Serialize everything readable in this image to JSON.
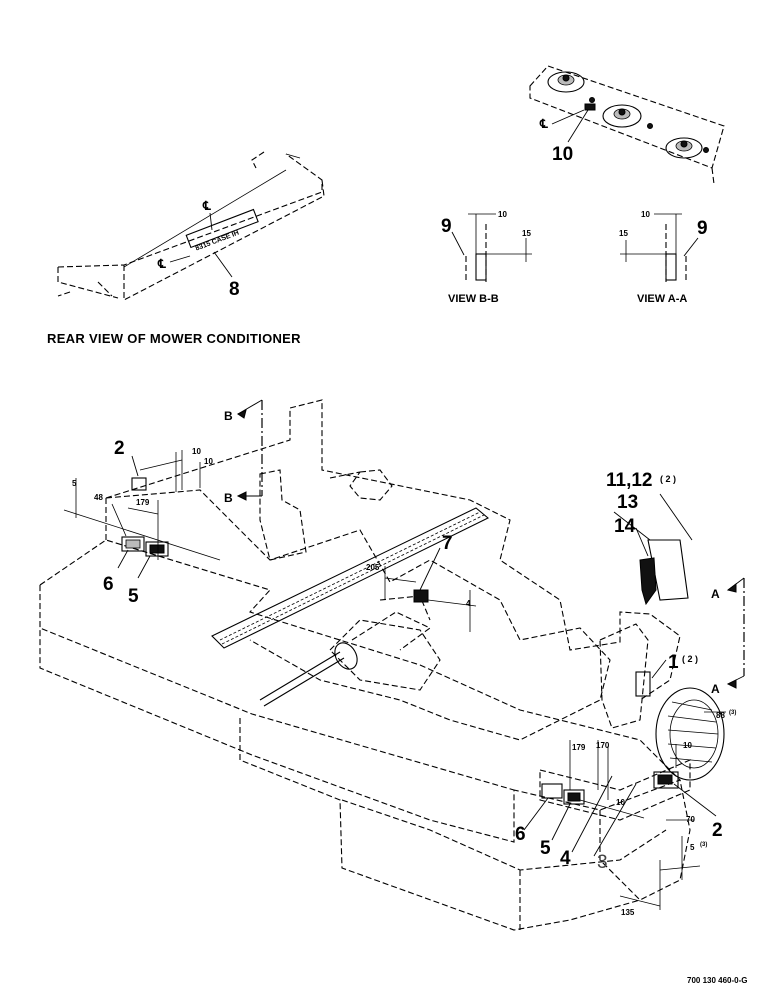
{
  "heading": {
    "rear_view": "REAR VIEW OF MOWER CONDITIONER"
  },
  "views": {
    "b_b": "VIEW B-B",
    "a_a": "VIEW A-A"
  },
  "figure_number": "700 130 460-0-G",
  "centerline_symbol": "℄",
  "decal_text": "8315 CASE IH",
  "callouts": {
    "c1": "1",
    "c1_qty": "( 2 )",
    "c2_top": "2",
    "c2_right": "2",
    "c3": "3",
    "c4": "4",
    "c5_left": "5",
    "c5_right": "5",
    "c6_left": "6",
    "c6_right": "6",
    "c7": "7",
    "c8": "8",
    "c9_left": "9",
    "c9_right": "9",
    "c10": "10",
    "c11_12": "11,12",
    "c11_12_qty": "( 2 )",
    "c13": "13",
    "c14": "14"
  },
  "section_marks": {
    "b_top": "B",
    "b_bottom": "B",
    "a_top": "A",
    "a_bottom": "A"
  },
  "dimensions": {
    "vb_10": "10",
    "vb_15": "15",
    "va_10": "10",
    "va_15": "15",
    "d10_left_a": "10",
    "d10_left_b": "10",
    "d5_left": "5",
    "d48": "48",
    "d179_left": "179",
    "d205": "205",
    "d4": "4",
    "d179_right": "179",
    "d170": "170",
    "d10_right": "10",
    "d88": "88",
    "d88_sup": "(3)",
    "d10_wheel": "10",
    "d70": "70",
    "d5_bottom": "5",
    "d5_bottom_sup": "(3)",
    "d135": "135"
  }
}
